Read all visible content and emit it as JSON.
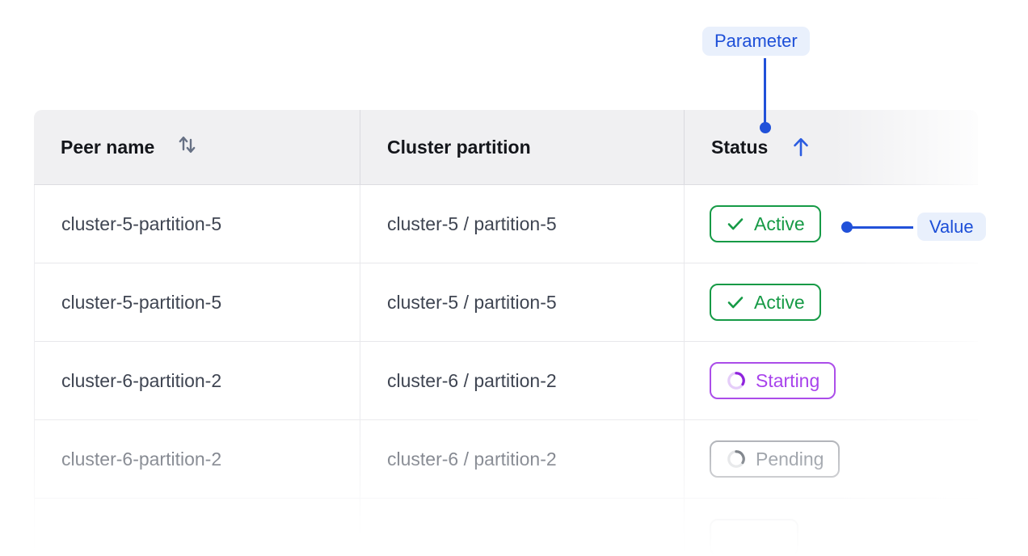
{
  "annotations": {
    "parameter_label": "Parameter",
    "value_label": "Value",
    "accent_blue": "#2151d9",
    "badge_background": "#e9f0fc"
  },
  "table": {
    "columns": [
      {
        "label": "Peer name",
        "sort_icon": "up-down-arrows-icon",
        "sort_state": "none"
      },
      {
        "label": "Cluster partition",
        "sort_icon": "",
        "sort_state": "none"
      },
      {
        "label": "Status",
        "sort_icon": "arrow-up-icon",
        "sort_state": "ascending"
      }
    ],
    "rows": [
      {
        "peer_name": "cluster-5-partition-5",
        "cluster_partition": "cluster-5 / partition-5",
        "status": "Active"
      },
      {
        "peer_name": "cluster-5-partition-5",
        "cluster_partition": "cluster-5 / partition-5",
        "status": "Active"
      },
      {
        "peer_name": "cluster-6-partition-2",
        "cluster_partition": "cluster-6 / partition-2",
        "status": "Starting"
      },
      {
        "peer_name": "cluster-6-partition-2",
        "cluster_partition": "cluster-6 / partition-2",
        "status": "Pending"
      },
      {
        "peer_name": "",
        "cluster_partition": "",
        "status": ""
      }
    ],
    "status_styles": {
      "Active": {
        "color": "#169a46",
        "icon": "check-icon"
      },
      "Starting": {
        "color": "#a843ec",
        "icon": "spinner-icon"
      },
      "Pending": {
        "color": "#9aa0a8",
        "icon": "spinner-icon"
      }
    }
  }
}
